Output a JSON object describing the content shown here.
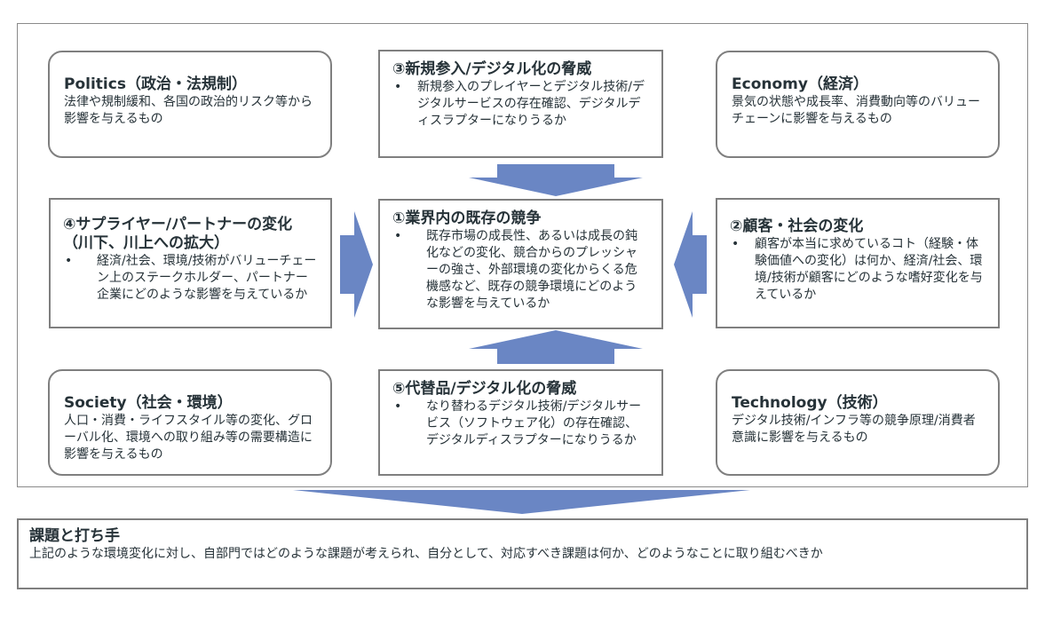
{
  "politics": {
    "title": "Politics（政治・法規制）",
    "body": "法律や規制緩和、各国の政治的リスク等から影響を与えるもの"
  },
  "economy": {
    "title": "Economy（経済）",
    "body": "景気の状態や成長率、消費動向等のバリューチェーンに影響を与えるもの"
  },
  "society": {
    "title": "Society（社会・環境）",
    "body": "人口・消費・ライフスタイル等の変化、グローバル化、環境への取り組み等の需要構造に影響を与えるもの"
  },
  "technology": {
    "title": "Technology（技術）",
    "body": "デジタル技術/インフラ等の競争原理/消費者意識に影響を与えるもの"
  },
  "new_entrants": {
    "title": "③新規参入/デジタル化の脅威",
    "bullet": "新規参入のプレイヤーとデジタル技術/デジタルサービスの存在確認、デジタルディスラプターになりうるか"
  },
  "rivalry": {
    "title": "①業界内の既存の競争",
    "bullet": "既存市場の成長性、あるいは成長の鈍化などの変化、競合からのプレッシャーの強さ、外部環境の変化からくる危機感など、既存の競争環境にどのような影響を与えているか"
  },
  "substitutes": {
    "title": "⑤代替品/デジタル化の脅威",
    "bullet": "なり替わるデジタル技術/デジタルサービス（ソフトウェア化）の存在確認、デジタルディスラプターになりうるか"
  },
  "suppliers": {
    "title1": "④サプライヤー/パートナーの変化",
    "title2": "（川下、川上への拡大）",
    "bullet": "経済/社会、環境/技術がバリューチェーン上のステークホルダー、パートナー企業にどのような影響を与えているか"
  },
  "customers": {
    "title": "②顧客・社会の変化",
    "bullet": "顧客が本当に求めているコト（経験・体験価値への変化）は何か、経済/社会、環境/技術が顧客にどのような嗜好変化を与えているか"
  },
  "bullet_char": "•",
  "conclusion": {
    "title": "課題と打ち手",
    "body": "上記のような環境変化に対し、自部門ではどのような課題が考えられ、自分として、対応すべき課題は何か、どのようなことに取り組むべきか"
  },
  "colors": {
    "arrow": "#6a86c4",
    "border": "#7f7f7f"
  }
}
